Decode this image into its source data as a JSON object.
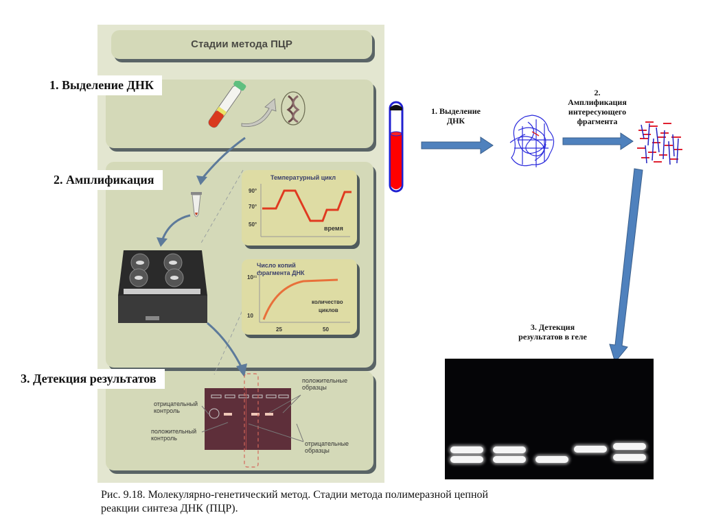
{
  "left_panel": {
    "title": "Стадии метода ПЦР",
    "stages": [
      {
        "label": "1. Выделение ДНК"
      },
      {
        "label": "2. Амплификация"
      },
      {
        "label": "3. Детекция результатов"
      }
    ],
    "temperature_chart": {
      "title": "Температурный цикл",
      "y_ticks": [
        "90°",
        "70°",
        "50°"
      ],
      "x_label": "время"
    },
    "copies_chart": {
      "title_line1": "Число копий",
      "title_line2": "фрагмента ДНК",
      "y_ticks": [
        "10¹¹",
        "10"
      ],
      "x_label_line1": "количество",
      "x_label_line2": "циклов",
      "x_ticks": [
        "25",
        "50"
      ]
    },
    "gel_annotations": {
      "negative_control": [
        "отрицательный",
        "контроль"
      ],
      "positive_control": [
        "положительный",
        "контроль"
      ],
      "positive_samples": [
        "положительные",
        "образцы"
      ],
      "negative_samples": [
        "отрицательные",
        "образцы"
      ]
    }
  },
  "right_panel": {
    "step1": [
      "1. Выделение",
      "ДНК"
    ],
    "step2": [
      "2.",
      "Амплификация",
      "интересующего",
      "фрагмента"
    ],
    "step3": [
      "3. Детекция",
      "результатов в геле"
    ],
    "gel_lanes": [
      {
        "bands": 2
      },
      {
        "bands": 2
      },
      {
        "bands": 1
      },
      {
        "bands": 1
      },
      {
        "bands": 2
      }
    ]
  },
  "colors": {
    "arrow_blue": "#4f81bd",
    "tube_red": "#ff0000",
    "tube_outline": "#2020d0",
    "curve_red": "#e03a20",
    "panel_bg": "#e3e6d0",
    "card_bg": "#d4d9b8"
  },
  "caption": {
    "line1": "Рис.  9.18. Молекулярно-генетический метод. Стадии метода полимеразной цепной",
    "line2": "реакции синтеза ДНК (ПЦР)."
  }
}
